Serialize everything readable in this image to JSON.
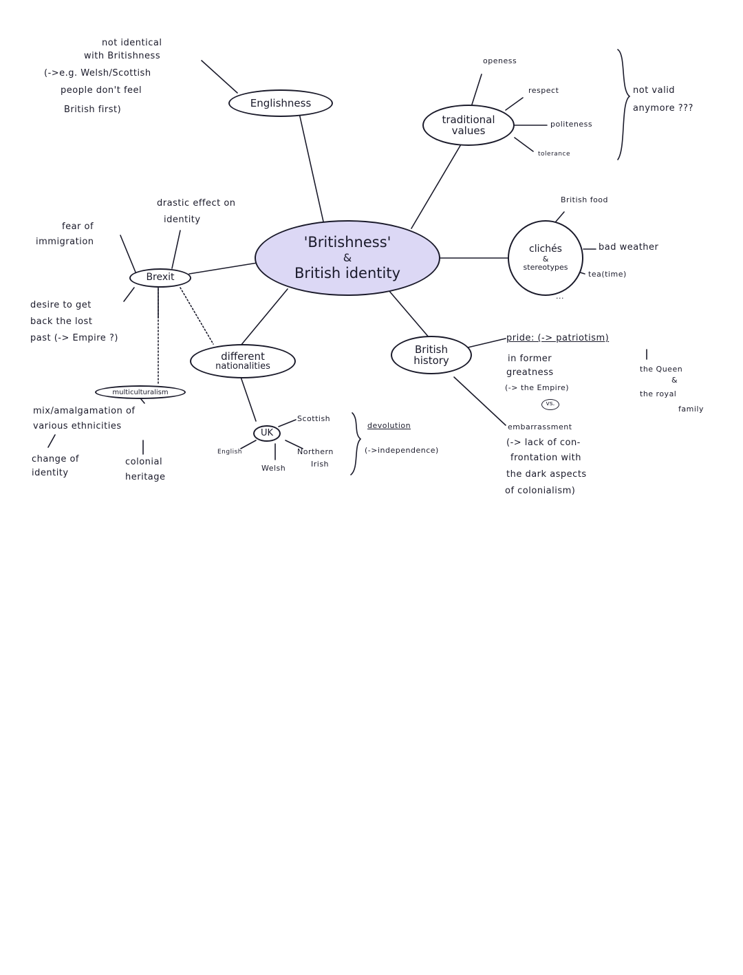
{
  "center": {
    "line1": "'Britishness'",
    "line2": "&",
    "line3": "British identity"
  },
  "englishness": {
    "label": "Englishness",
    "note1": "not identical",
    "note2": "with Britishness",
    "note3": "(->e.g. Welsh/Scottish",
    "note4": "people don't feel",
    "note5": "British first)"
  },
  "values": {
    "label1": "traditional",
    "label2": "values",
    "openess": "openess",
    "respect": "respect",
    "politeness": "politeness",
    "tolerance": "tolerance",
    "not_valid1": "not valid",
    "not_valid2": "anymore ???"
  },
  "cliches": {
    "label1": "clichés",
    "label2": "&",
    "label3": "stereotypes",
    "food": "British food",
    "weather": "bad weather",
    "tea": "tea(time)",
    "more": "..."
  },
  "brexit": {
    "label": "Brexit",
    "drastic1": "drastic effect on",
    "drastic2": "identity",
    "fear1": "fear of",
    "fear2": "immigration",
    "desire1": "desire to get",
    "desire2": "back the lost",
    "desire3": "past (-> Empire ?)"
  },
  "nationalities": {
    "label1": "different",
    "label2": "nationalities",
    "uk": "UK",
    "scottish": "Scottish",
    "english": "English",
    "welsh": "Welsh",
    "ni1": "Northern",
    "ni2": "Irish",
    "devolution": "devolution",
    "independence": "(->independence)"
  },
  "multicultural": {
    "label": "multiculturalism",
    "mix1": "mix/amalgamation of",
    "mix2": "various ethnicities",
    "change1": "change of",
    "change2": "identity",
    "colonial1": "colonial",
    "colonial2": "heritage"
  },
  "history": {
    "label1": "British",
    "label2": "history",
    "pride": "pride: (-> patriotism)",
    "former1": "in former",
    "former2": "greatness",
    "former3": "(-> the Empire)",
    "vs": "vs.",
    "queen1": "the Queen",
    "queen2": "&",
    "queen3": "the royal",
    "queen4": "family",
    "emb1": "embarrassment",
    "emb2": "(-> lack of con-",
    "emb3": "frontation with",
    "emb4": "the dark aspects",
    "emb5": "of colonialism)"
  }
}
